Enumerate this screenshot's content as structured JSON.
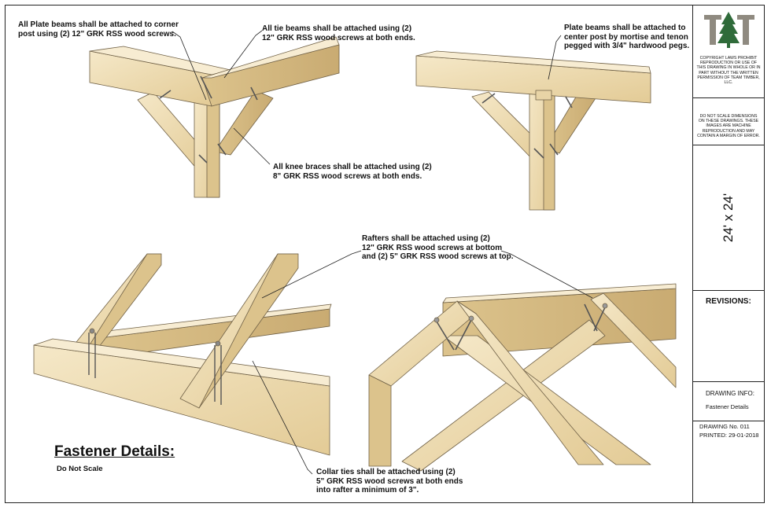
{
  "callouts": {
    "plate_beams_corner": "All Plate beams shall be attached to corner\npost using (2) 12\" GRK RSS wood screws.",
    "tie_beams": "All tie beams shall be attached using (2)\n12\" GRK RSS wood screws at both ends.",
    "plate_beams_center": "Plate beams shall be attached to\ncenter post by mortise and tenon\npegged with 3/4\" hardwood pegs.",
    "knee_braces": "All knee braces shall be attached using (2)\n8\" GRK RSS wood screws at both ends.",
    "rafters": "Rafters shall be attached using (2)\n12\" GRK RSS wood screws at bottom\nand (2) 5\" GRK RSS wood screws at top.",
    "collar_ties": "Collar ties shall be attached using (2)\n5\" GRK RSS wood screws at both ends\ninto rafter a minimum of 3\"."
  },
  "heading": "Fastener Details:",
  "subheading": "Do Not Scale",
  "title_block": {
    "logo_text": "TAT",
    "copyright": "Copyright laws prohibit reproduction or use of this drawing in whole or in part without the written permission of Team Timber, LLC.",
    "scale_notice": "Do not scale dimensions on these drawings. These images are machine reproduction and may contain a margin of error.",
    "size": "24' x 24'",
    "revisions_label": "REVISIONS:",
    "drawing_info_label": "DRAWING INFO:",
    "drawing_info_value": "Fastener Details",
    "drawing_number": "DRAWING No. 011",
    "printed": "PRINTED: 29-01-2018"
  },
  "colors": {
    "wood_light": "#f1e2be",
    "wood_mid": "#e6cf9c",
    "wood_dark": "#cfb27a",
    "edge": "#6f6046",
    "logo_green": "#2f6b3a",
    "logo_gray": "#8f8a80"
  }
}
